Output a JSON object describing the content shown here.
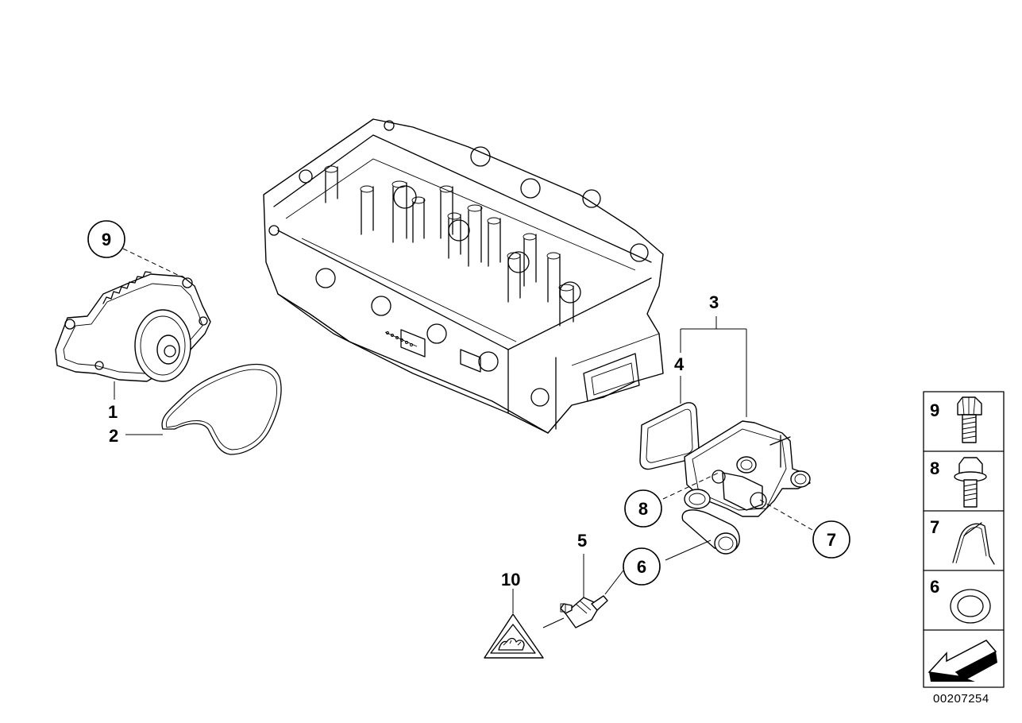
{
  "labels": {
    "l1": "1",
    "l2": "2",
    "l3": "3",
    "l4": "4",
    "l5": "5",
    "l10": "10"
  },
  "callouts": {
    "c9": "9",
    "c8": "8",
    "c7": "7",
    "c6": "6"
  },
  "legend": {
    "item9": "9",
    "item8": "8",
    "item7": "7",
    "item6": "6"
  },
  "reference_number": "00207254",
  "icons": {
    "water_pump": "water-pump-icon",
    "gasket": "gasket-icon",
    "cylinder_head": "cylinder-head-icon",
    "thermostat_housing": "thermostat-housing-icon",
    "temperature_sensor": "temperature-sensor-icon",
    "warning_triangle": "warning-triangle-icon",
    "bolt": "bolt-icon",
    "flange_bolt": "flange-bolt-icon",
    "clip": "clip-icon",
    "seal_ring": "seal-ring-icon",
    "arrow": "arrow-icon"
  }
}
